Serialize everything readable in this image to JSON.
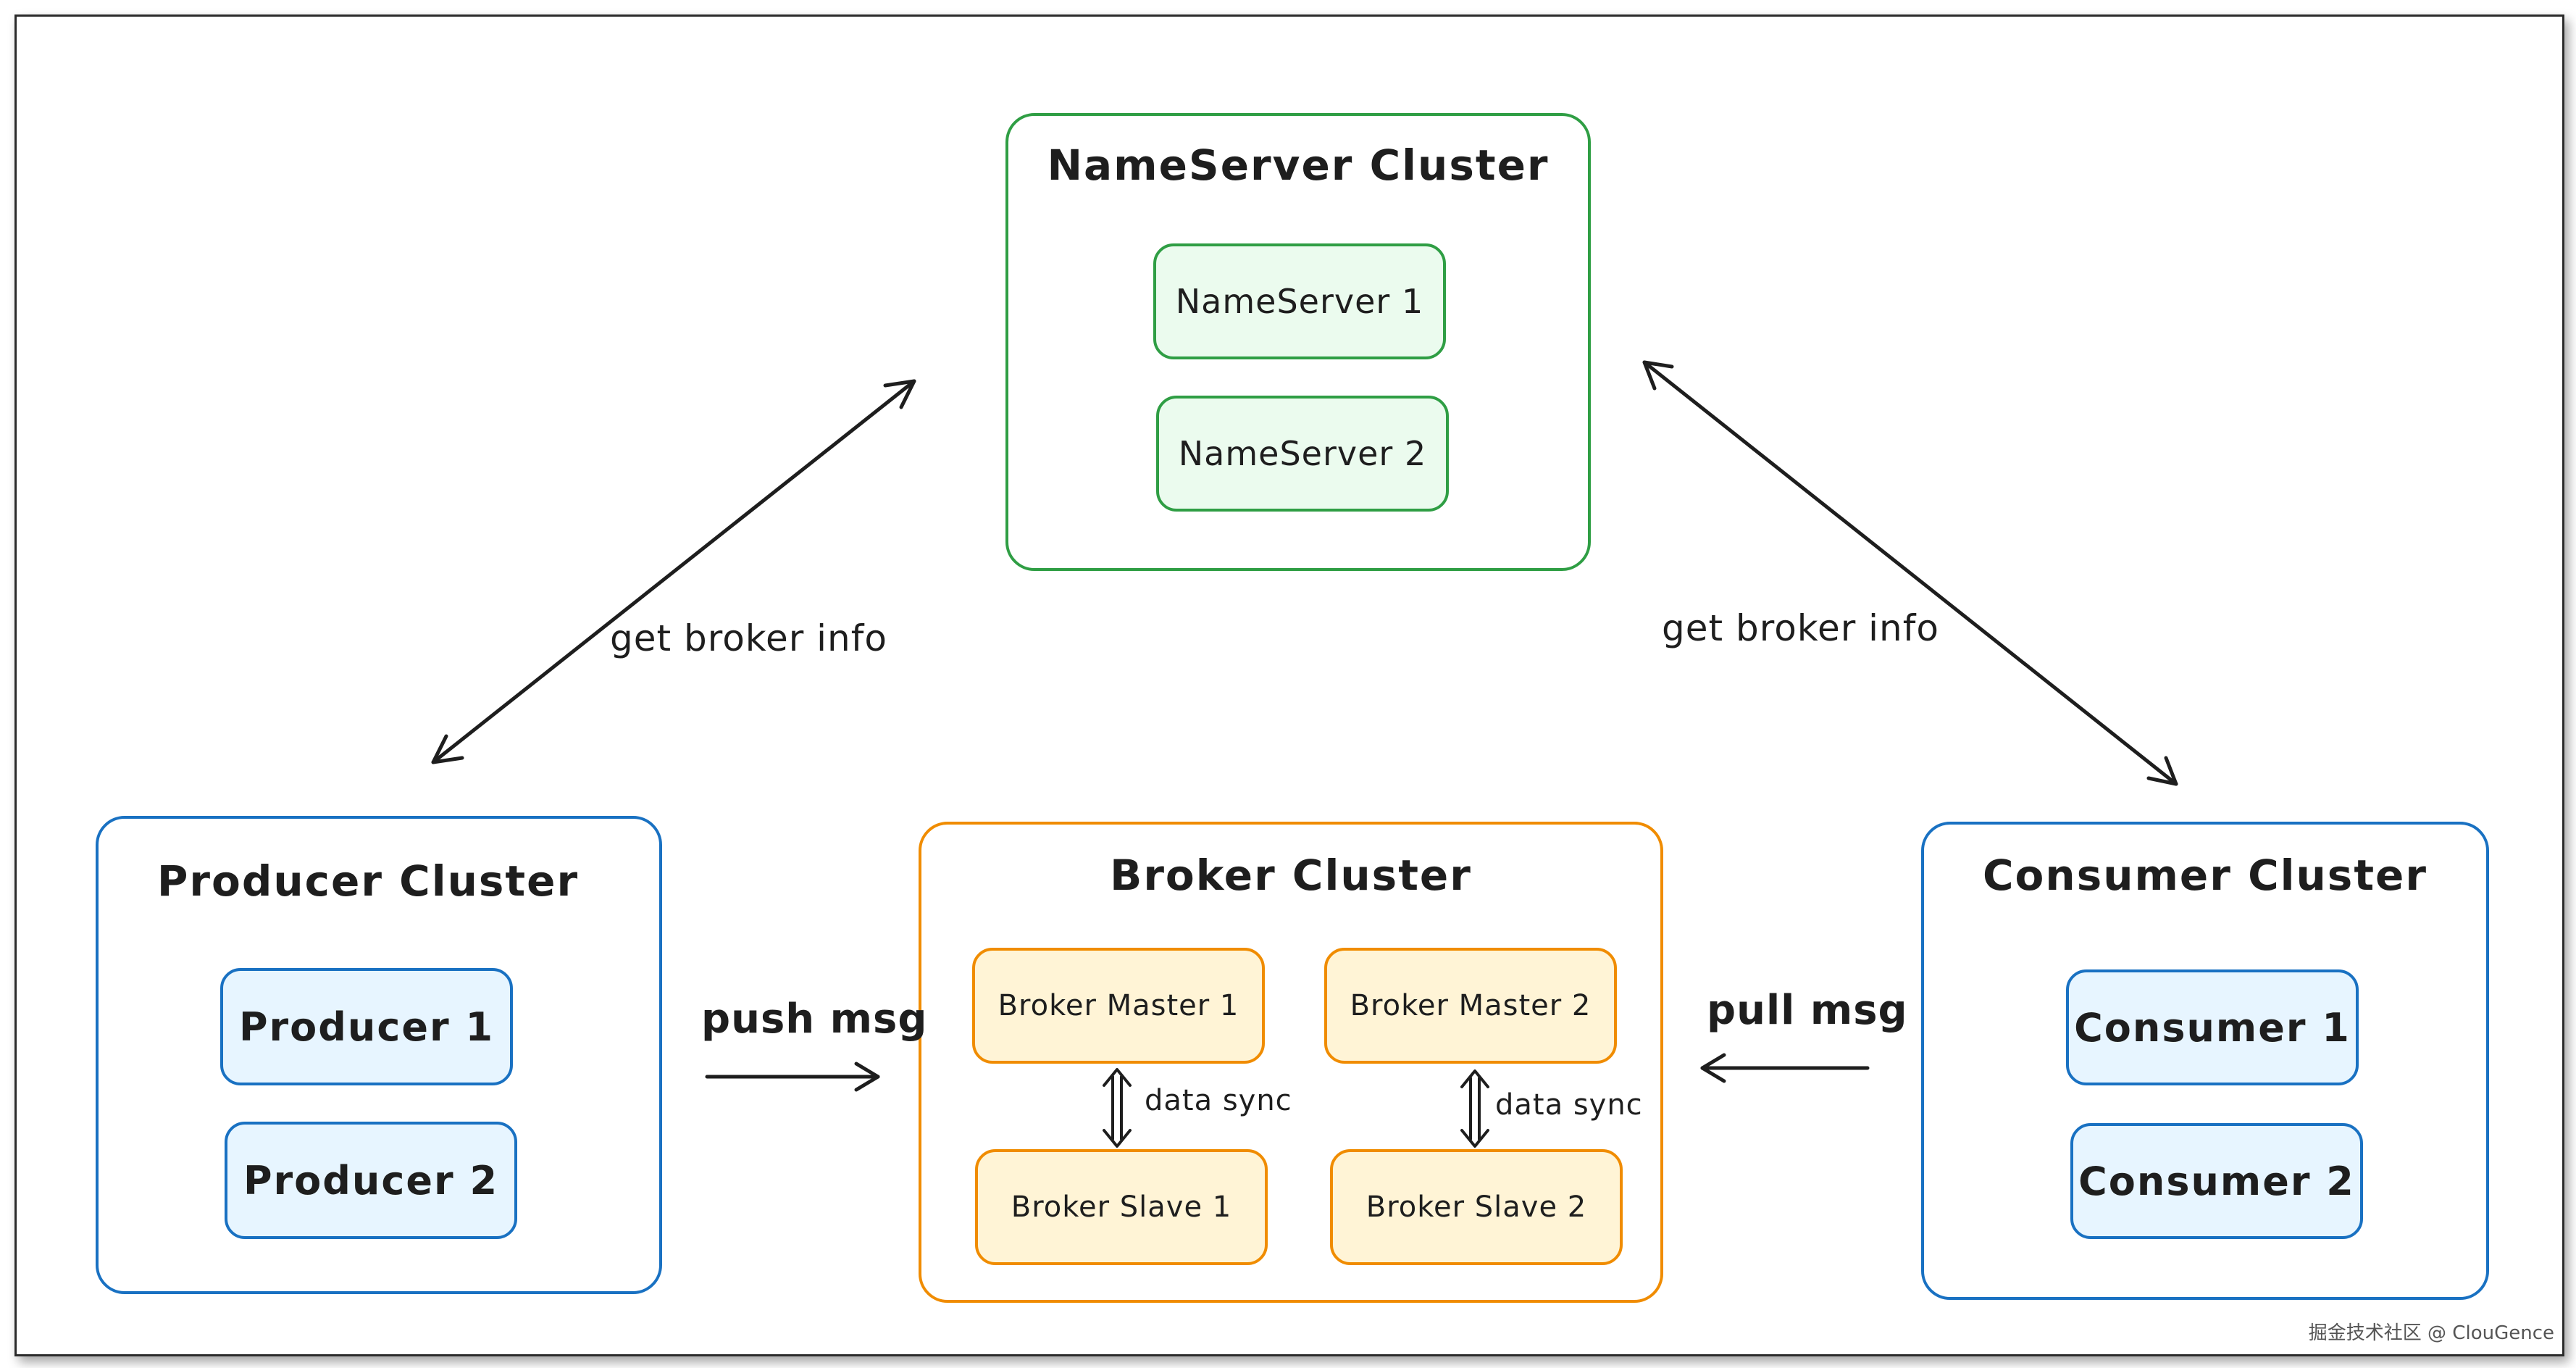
{
  "nameserver_cluster": {
    "title": "NameServer Cluster",
    "nodes": [
      "NameServer 1",
      "NameServer 2"
    ]
  },
  "producer_cluster": {
    "title": "Producer Cluster",
    "nodes": [
      "Producer 1",
      "Producer 2"
    ]
  },
  "broker_cluster": {
    "title": "Broker Cluster",
    "masters": [
      "Broker Master 1",
      "Broker Master 2"
    ],
    "slaves": [
      "Broker Slave 1",
      "Broker Slave 2"
    ],
    "sync_label": "data sync"
  },
  "consumer_cluster": {
    "title": "Consumer Cluster",
    "nodes": [
      "Consumer 1",
      "Consumer 2"
    ]
  },
  "edges": {
    "producer_nameserver": "get broker info",
    "consumer_nameserver": "get broker info",
    "push": "push msg",
    "pull": "pull msg"
  },
  "watermark": "掘金技术社区 @ ClouGence",
  "colors": {
    "nameserver": "#2f9e44",
    "producer_consumer": "#1971c2",
    "broker": "#f08c00"
  }
}
